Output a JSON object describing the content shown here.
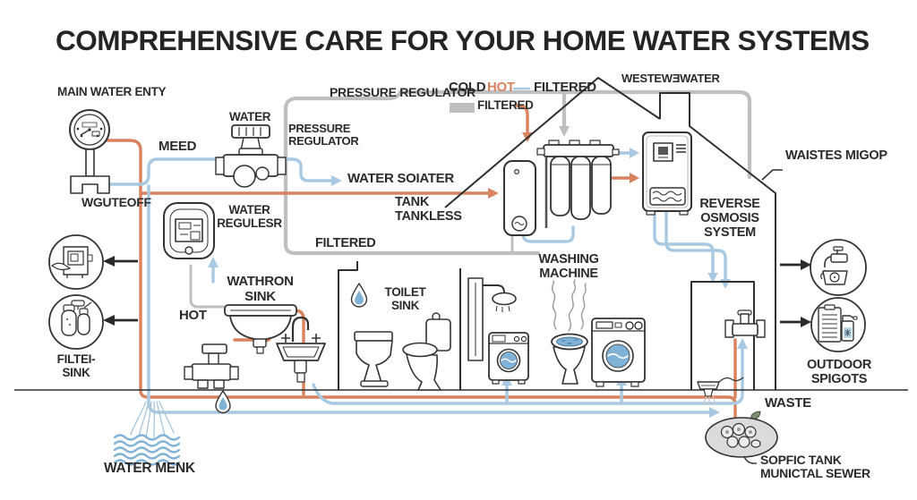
{
  "title": "COMPREHENSIVE CARE FOR YOUR HOME WATER SYSTEMS",
  "legend": {
    "pressure_regulator": "PRESSURE REGULATOR",
    "cold": "COLD",
    "hot": "HOT",
    "filtered": "FILTERED",
    "filtered_swatch": "FILTERED"
  },
  "labels": {
    "main_water_entry": "MAIN WATER ENTY",
    "meter": "MEED",
    "shutoff": "WGUTEOFF",
    "water_valve": "WATER",
    "pressure_regulator_device": "PRESSURE\nREGULATOR",
    "wastewater_vent": "WESTEWƎWATER",
    "waste_stack": "WAISTES MIGOP",
    "water_softener_line": "WATER SOIATER",
    "tank_tankless": "TANK\nTANKLESS",
    "filtered_loop": "FILTERED",
    "water_regulator": "WATER\nREGULESR",
    "bathroom_sink": "WATHRON\nSINK",
    "hot": "HOT",
    "filter_sink": "FILTEI-\nSINK",
    "toilet_sink": "TOILET\nSINK",
    "washing_machine": "WASHING\nMACHINE",
    "reverse_osmosis": "REVERSE\nOSMOSIS\nSYSTEM",
    "outdoor_spigots": "OUTDOOR\nSPIGOTS",
    "waste": "WASTE",
    "septic_tank": "SOPFIC TANK\nMUNICTAL SEWER",
    "water_main": "WATER MENK"
  },
  "colors": {
    "hot": "#D9825F",
    "cold": "#A9C9E2",
    "filtered": "#BDBFC1",
    "water": "#7FB2D6",
    "outline": "#2F2F2F",
    "text": "#2B2B2B",
    "septic_fill": "#D9DBDD"
  },
  "icons": [
    "water-meter-icon",
    "shutoff-bracket-icon",
    "pressure-regulator-valve-icon",
    "water-softener-icon",
    "water-heater-icon",
    "ro-filter-icon",
    "tankless-heater-icon",
    "appliance-circle-icon",
    "filter-cartridges-circle-icon",
    "outdoor-spigot-circle-icon",
    "supplies-circle-icon",
    "basin-sink-icon",
    "pedestal-sink-icon",
    "hose-valve-icon",
    "water-drop-icon",
    "toilet-icon",
    "toilet-tank-icon",
    "shower-icon",
    "washer-small-icon",
    "steaming-toilet-icon",
    "washer-large-icon",
    "utility-basin-icon",
    "wall-valve-icon",
    "septic-tank-icon",
    "water-main-icon",
    "house-outline"
  ]
}
